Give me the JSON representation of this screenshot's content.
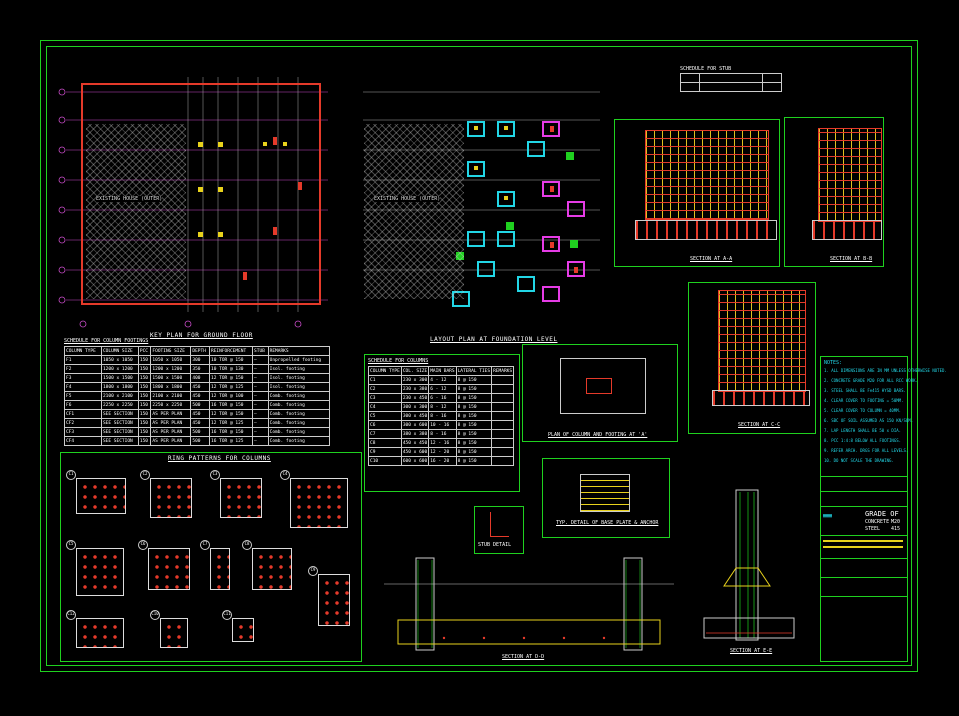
{
  "sheet": {
    "colors": {
      "background": "#000000",
      "border": "#1fd11f",
      "rebar_main": "#e23b2b",
      "rebar_dist": "#e0c020",
      "text": "#ffffff",
      "cyan": "#22d6e6",
      "magenta": "#e63ce6"
    }
  },
  "plans": {
    "key_plan_title": "KEY PLAN FOR GROUND FLOOR",
    "layout_plan_title": "LAYOUT PLAN AT FOUNDATION LEVEL",
    "existing_label_1": "EXISTING HOUSE (OUTER)",
    "existing_label_2": "EXISTING HOUSE (OUTER)"
  },
  "schedule_footings": {
    "title": "SCHEDULE FOR COLUMN FOOTINGS",
    "headers": [
      "COLUMN TYPE",
      "COLUMN SIZE",
      "PCC",
      "FOOTING SIZE",
      "DEPTH",
      "REINFORCEMENT",
      "STUB",
      "REMARKS"
    ],
    "rows": [
      [
        "F1",
        "1050 x 1050",
        "150",
        "1050 x 1050",
        "300",
        "10 TOR @ 150",
        "—",
        "Unpropelled footing"
      ],
      [
        "F2",
        "1200 x 1200",
        "150",
        "1200 x 1200",
        "350",
        "10 TOR @ 130",
        "—",
        "Isol. footing"
      ],
      [
        "F3",
        "1500 x 1500",
        "150",
        "1500 x 1500",
        "400",
        "12 TOR @ 150",
        "—",
        "Isol. footing"
      ],
      [
        "F4",
        "1800 x 1800",
        "150",
        "1800 x 1800",
        "450",
        "12 TOR @ 125",
        "—",
        "Isol. footing"
      ],
      [
        "F5",
        "2100 x 2100",
        "150",
        "2100 x 2100",
        "450",
        "12 TOR @ 100",
        "—",
        "Comb. footing"
      ],
      [
        "F6",
        "2250 x 2250",
        "150",
        "2250 x 2250",
        "500",
        "16 TOR @ 150",
        "—",
        "Comb. footing"
      ],
      [
        "CF1",
        "SEE SECTION",
        "150",
        "AS PER PLAN",
        "450",
        "12 TOR @ 150",
        "—",
        "Comb. footing"
      ],
      [
        "CF2",
        "SEE SECTION",
        "150",
        "AS PER PLAN",
        "450",
        "12 TOR @ 125",
        "—",
        "Comb. footing"
      ],
      [
        "CF3",
        "SEE SECTION",
        "150",
        "AS PER PLAN",
        "500",
        "16 TOR @ 150",
        "—",
        "Comb. footing"
      ],
      [
        "CF4",
        "SEE SECTION",
        "150",
        "AS PER PLAN",
        "500",
        "16 TOR @ 125",
        "—",
        "Comb. footing"
      ]
    ]
  },
  "schedule_columns": {
    "title": "SCHEDULE FOR COLUMNS",
    "headers": [
      "COLUMN TYPE",
      "COL. SIZE",
      "MAIN BARS",
      "LATERAL TIES",
      "REMARKS"
    ],
    "rows": [
      [
        "C1",
        "230 x 300",
        "4 - 12",
        "8 @ 150",
        ""
      ],
      [
        "C2",
        "230 x 380",
        "6 - 12",
        "8 @ 150",
        ""
      ],
      [
        "C3",
        "230 x 450",
        "6 - 16",
        "8 @ 150",
        ""
      ],
      [
        "C4",
        "300 x 300",
        "8 - 12",
        "8 @ 150",
        ""
      ],
      [
        "C5",
        "300 x 450",
        "8 - 16",
        "8 @ 150",
        ""
      ],
      [
        "C6",
        "300 x 600",
        "10 - 16",
        "8 @ 150",
        ""
      ],
      [
        "C7",
        "380 x 380",
        "8 - 16",
        "8 @ 150",
        ""
      ],
      [
        "C8",
        "450 x 450",
        "12 - 16",
        "8 @ 150",
        ""
      ],
      [
        "C9",
        "450 x 600",
        "12 - 20",
        "8 @ 150",
        ""
      ],
      [
        "C10",
        "600 x 600",
        "16 - 20",
        "8 @ 150",
        ""
      ]
    ]
  },
  "ring_patterns": {
    "title": "RING PATTERNS FOR COLUMNS",
    "labels": [
      "C1",
      "C2",
      "C3",
      "C4",
      "C5",
      "C6",
      "C7",
      "C8",
      "C9",
      "C10",
      "C11",
      "C12"
    ]
  },
  "sections": {
    "schedule_title": "SCHEDULE FOR STUB",
    "sec_aa": "SECTION AT A-A",
    "sec_bb": "SECTION AT B-B",
    "sec_cc": "SECTION AT C-C",
    "sec_dd": "SECTION AT D-D",
    "sec_ee": "SECTION AT E-E",
    "plan_footing": "PLAN OF COLUMN AND FOOTING AT 'A'",
    "typ_detail": "TYP. DETAIL OF BASE PLATE & ANCHOR",
    "stub_detail": "STUB DETAIL"
  },
  "title_block": {
    "notes_title": "NOTES:",
    "notes": [
      "1. ALL DIMENSIONS ARE IN MM UNLESS OTHERWISE NOTED.",
      "2. CONCRETE GRADE M20 FOR ALL RCC WORK.",
      "3. STEEL SHALL BE Fe415 HYSD BARS.",
      "4. CLEAR COVER TO FOOTING = 50MM.",
      "5. CLEAR COVER TO COLUMN = 40MM.",
      "6. SBC OF SOIL ASSUMED AS 150 KN/SQM.",
      "7. LAP LENGTH SHALL BE 50 x DIA.",
      "8. PCC 1:4:8 BELOW ALL FOOTINGS.",
      "9. REFER ARCH. DRGS FOR ALL LEVELS.",
      "10. DO NOT SCALE THE DRAWING."
    ],
    "grade_of": "GRADE OF",
    "concrete": "CONCRETE",
    "steel": "STEEL",
    "m20": "M20",
    "fe415": "415"
  }
}
